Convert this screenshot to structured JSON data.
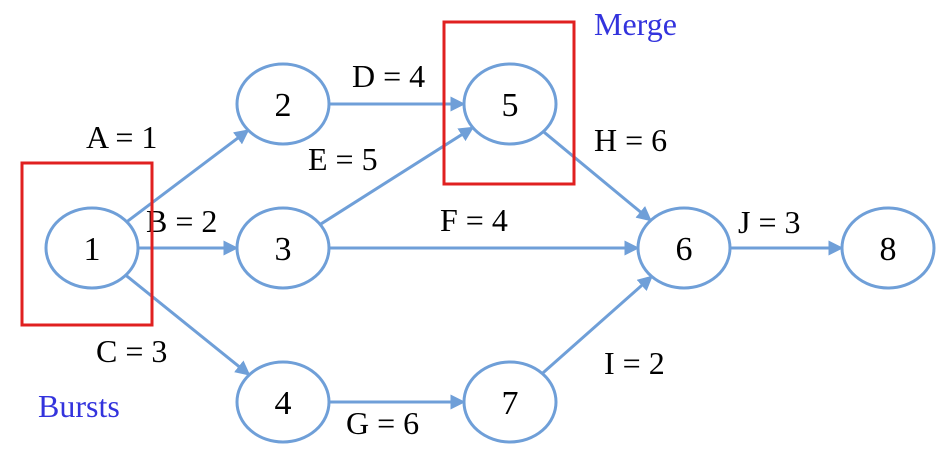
{
  "colors": {
    "node_stroke": "#6f9fd8",
    "edge": "#6f9fd8",
    "highlight": "#e02020",
    "callout": "#3333dd"
  },
  "nodes": [
    {
      "id": "n1",
      "label": "1"
    },
    {
      "id": "n2",
      "label": "2"
    },
    {
      "id": "n3",
      "label": "3"
    },
    {
      "id": "n4",
      "label": "4"
    },
    {
      "id": "n5",
      "label": "5"
    },
    {
      "id": "n6",
      "label": "6"
    },
    {
      "id": "n7",
      "label": "7"
    },
    {
      "id": "n8",
      "label": "8"
    }
  ],
  "edges": [
    {
      "id": "A",
      "from": "n1",
      "to": "n2",
      "label": "A = 1"
    },
    {
      "id": "B",
      "from": "n1",
      "to": "n3",
      "label": "B = 2"
    },
    {
      "id": "C",
      "from": "n1",
      "to": "n4",
      "label": "C = 3"
    },
    {
      "id": "D",
      "from": "n2",
      "to": "n5",
      "label": "D = 4"
    },
    {
      "id": "E",
      "from": "n3",
      "to": "n5",
      "label": "E = 5"
    },
    {
      "id": "F",
      "from": "n3",
      "to": "n6",
      "label": "F = 4"
    },
    {
      "id": "G",
      "from": "n4",
      "to": "n7",
      "label": "G = 6"
    },
    {
      "id": "H",
      "from": "n5",
      "to": "n6",
      "label": "H = 6"
    },
    {
      "id": "I",
      "from": "n7",
      "to": "n6",
      "label": "I = 2"
    },
    {
      "id": "J",
      "from": "n6",
      "to": "n8",
      "label": "J = 3"
    }
  ],
  "callouts": {
    "bursts": "Bursts",
    "merge": "Merge"
  }
}
